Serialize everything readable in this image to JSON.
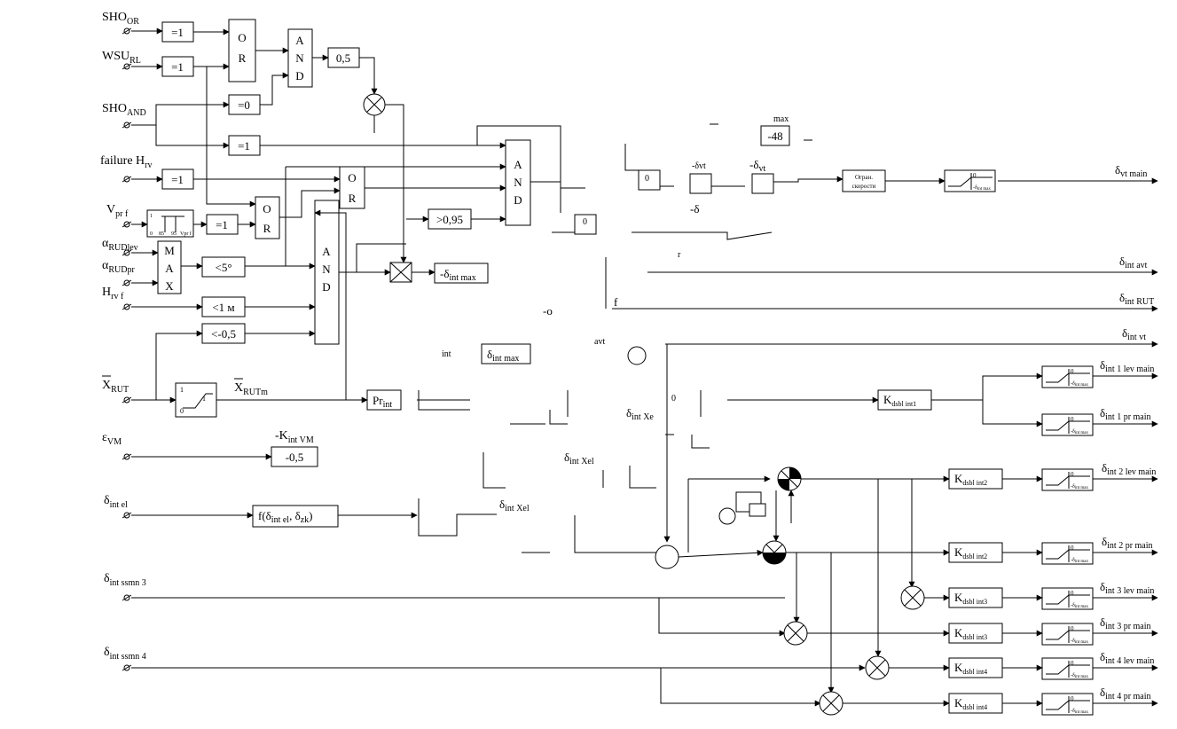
{
  "inputs": {
    "sho_or": {
      "main": "SHO",
      "sub": "OR"
    },
    "wsu_rl": {
      "main": "WSU",
      "sub": "RL"
    },
    "sho_and": {
      "main": "SHO",
      "sub": "AND"
    },
    "failure_hrv": {
      "main": "failure H",
      "sub": "rv"
    },
    "v_pr_f": {
      "main": "V",
      "sub": "pr f"
    },
    "alpha_rud_lev": {
      "main": "α",
      "sub": "RUDlev"
    },
    "alpha_rud_pr": {
      "main": "α",
      "sub": "RUDpr"
    },
    "h_rv_f": {
      "main": "H",
      "sub": "rv f"
    },
    "x_rut": {
      "main": "X",
      "sub": "RUT"
    },
    "eps_vm": {
      "main": "ε",
      "sub": "VM"
    },
    "delta_int_el": {
      "main": "δ",
      "sub": "int el"
    },
    "delta_int_ssmn3": {
      "main": "δ",
      "sub": "int ssmn 3"
    },
    "delta_int_ssmn4": {
      "main": "δ",
      "sub": "int ssmn 4"
    }
  },
  "blocks": {
    "eq1_a": "=1",
    "eq1_b": "=1",
    "eq0": "=0",
    "eq1_c": "=1",
    "eq1_d": "=1",
    "eq1_e": "=1",
    "or_letters": [
      "O",
      "R"
    ],
    "and_letters": [
      "A",
      "N",
      "D"
    ],
    "max_letters": [
      "M",
      "A",
      "X"
    ],
    "gain_05": "0,5",
    "gt095": ">0,95",
    "lt5": "<5°",
    "lt1m": "<1 м",
    "ltm05": "<-0,5",
    "neg48": "-48",
    "ogran": [
      "Огран.",
      "скорости"
    ],
    "pr_int": {
      "main": "Pr",
      "sub": "int"
    },
    "neg05": "-0,5",
    "f_func": {
      "main": "f(δ",
      "sub1": "int el",
      ", ": ", δ",
      "sub2": "zk",
      "end": ")"
    },
    "neg_delta_int_max": {
      "main": "-δ",
      "sub": "int max"
    },
    "k_int_vm": {
      "main": "-K",
      "sub": "int VM"
    },
    "x_rut_m": {
      "main": "X",
      "sub": "RUTm"
    },
    "vpr_scale": [
      "1",
      "0",
      "85",
      "95",
      "V",
      "pr f"
    ],
    "limiter_ticks": [
      "0",
      "-δ",
      "int max"
    ]
  },
  "kgains": [
    {
      "main": "K",
      "sub": "dsbl int1"
    },
    {
      "main": "K",
      "sub": "dsbl int2"
    },
    {
      "main": "K",
      "sub": "dsbl int2"
    },
    {
      "main": "K",
      "sub": "dsbl int3"
    },
    {
      "main": "K",
      "sub": "dsbl int3"
    },
    {
      "main": "K",
      "sub": "dsbl int4"
    },
    {
      "main": "K",
      "sub": "dsbl int4"
    }
  ],
  "outputs": [
    {
      "main": "δ",
      "sub": "vt main"
    },
    {
      "main": "δ",
      "sub": "int avt"
    },
    {
      "main": "δ",
      "sub": "int RUT"
    },
    {
      "main": "δ",
      "sub": "int vt"
    },
    {
      "main": "δ",
      "sub": "int 1 lev main"
    },
    {
      "main": "δ",
      "sub": "int 1 pr main"
    },
    {
      "main": "δ",
      "sub": "int 2 lev main"
    },
    {
      "main": "δ",
      "sub": "int 2 pr main"
    },
    {
      "main": "δ",
      "sub": "int 3 lev main"
    },
    {
      "main": "δ",
      "sub": "int 3 pr main"
    },
    {
      "main": "δ",
      "sub": "int 4 lev main"
    },
    {
      "main": "δ",
      "sub": "int 4 pr main"
    }
  ],
  "fragments": {
    "max_frag": "max",
    "vt_frag": "-δ",
    "vt_sub": "vt",
    "delta_vt_frag": "-δ",
    "delta_vt_sub": "vt",
    "delta_frag": "-δ",
    "r_frag": "r",
    "o_frag": "-o",
    "f_frag": "f",
    "avt_frag": "avt",
    "int_frag": "int",
    "int_max_frag": {
      "main": "δ",
      "sub": "int max"
    },
    "int_xel_frag1": {
      "main": "δ",
      "sub": "int Xe"
    },
    "int_xel_frag2": {
      "main": "δ",
      "sub": "int Xel"
    },
    "int_xel_frag3": {
      "main": "δ",
      "sub": "int Xel"
    },
    "zero_frag": "0"
  }
}
